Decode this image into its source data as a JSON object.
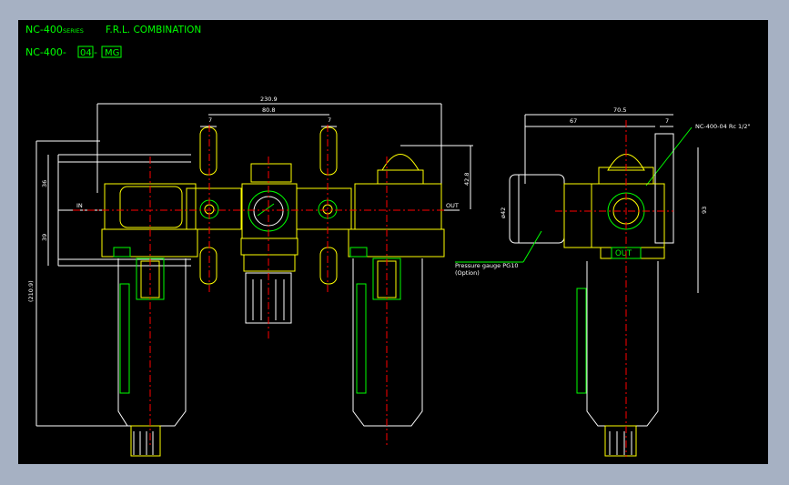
{
  "title": {
    "series_name": "NC-400",
    "series_suffix": "SERIES",
    "description": "F.R.L. COMBINATION",
    "code_prefix": "NC-400-",
    "code_port": "04",
    "code_sep": "-",
    "code_option": "MG"
  },
  "dimensions": {
    "overall_width": "230.9",
    "port_center_spacing": "80.8",
    "bracket_left": "7",
    "bracket_right": "7",
    "top_height": "42.8",
    "upper_height": "36",
    "lower_height": "39",
    "total_height": "(210.9)",
    "side_width": "70.5",
    "side_depth": "67",
    "side_bracket": "7",
    "side_height": "93",
    "gauge_dia": "ø42"
  },
  "labels": {
    "in_port": "IN",
    "out_port": "OUT",
    "out_badge": "OUT",
    "bracket_callout": "NC-400-04 Rc 1/2\"",
    "gauge_callout_line1": "Pressure gauge PG10",
    "gauge_callout_line2": "(Option)"
  },
  "colors": {
    "background_frame": "#a6b1c3",
    "canvas": "#000000",
    "outline": "#ffff00",
    "dimension": "#ffffff",
    "annotation": "#00ff00",
    "centerline": "#ff0000"
  }
}
